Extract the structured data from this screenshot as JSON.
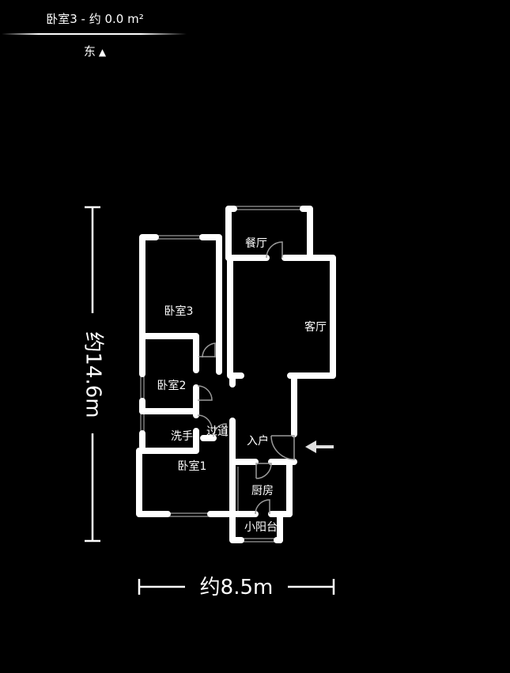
{
  "header": {
    "room_title": "卧室3 - 约 0.0 m²",
    "compass_label": "东",
    "compass_icon": "triangle-up"
  },
  "colors": {
    "background": "#000000",
    "wall": "#ffffff",
    "window_door_line": "#9a9a9a"
  },
  "rooms": [
    {
      "name": "餐厅"
    },
    {
      "name": "卧室3"
    },
    {
      "name": "客厅"
    },
    {
      "name": "卧室2"
    },
    {
      "name": "洗手"
    },
    {
      "name": "过道"
    },
    {
      "name": "入户"
    },
    {
      "name": "卧室1"
    },
    {
      "name": "厨房"
    },
    {
      "name": "小阳台"
    }
  ],
  "dimensions": {
    "height_label": "约14.6m",
    "width_label": "约8.5m"
  },
  "entrance_arrow": "arrow-left"
}
